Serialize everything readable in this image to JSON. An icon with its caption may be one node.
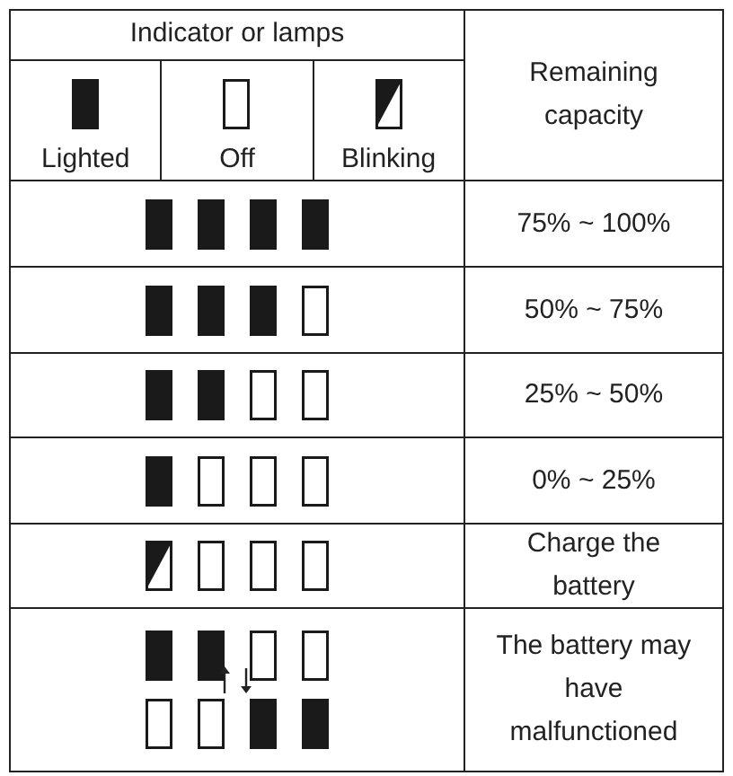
{
  "diagram": {
    "labels": [
      "Indicator or lamps",
      "Remaining capacity",
      "75% ~ 100%",
      "50% ~ 75%",
      "25% ~ 50%",
      "0% ~ 25%",
      "Charge the battery",
      "The battery may have malfunctioned"
    ],
    "legend": [
      {
        "text": "Lighted"
      },
      {
        "text": "Off"
      },
      {
        "text": "Blinking"
      }
    ]
  }
}
